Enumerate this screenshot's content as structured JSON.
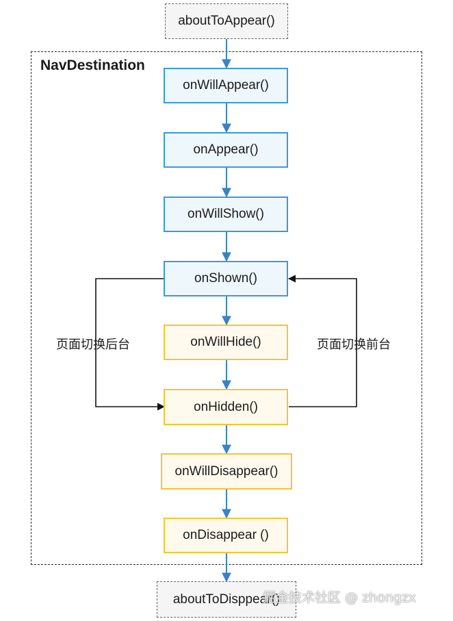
{
  "container": {
    "label": "NavDestination"
  },
  "nodes": {
    "about_to_appear": "aboutToAppear()",
    "on_will_appear": "onWillAppear()",
    "on_appear": "onAppear()",
    "on_will_show": "onWillShow()",
    "on_shown": "onShown()",
    "on_will_hide": "onWillHide()",
    "on_hidden": "onHidden()",
    "on_will_disappear": "onWillDisappear()",
    "on_disappear": "onDisappear ()",
    "about_to_disappear": "aboutToDisppear()"
  },
  "side_labels": {
    "to_background": "页面切换后台",
    "to_foreground": "页面切换前台"
  },
  "watermark": "掘金技术社区 @ zhongzx",
  "colors": {
    "blue_border": "#3b9ad6",
    "blue_fill": "#eef7fc",
    "yellow_border": "#f5c431",
    "yellow_fill": "#fffaed",
    "arrow_blue": "#3b82c4",
    "arrow_black": "#111111"
  }
}
